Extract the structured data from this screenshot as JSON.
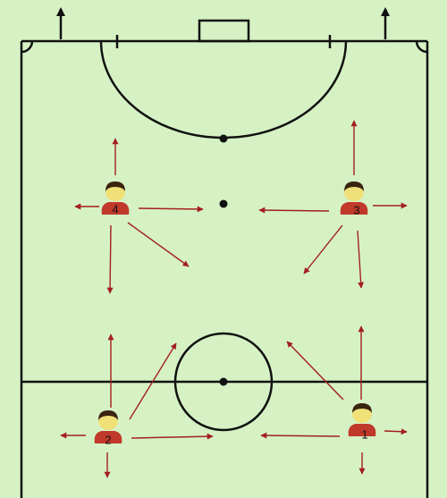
{
  "diagram": {
    "background_color": "#d6f2c4",
    "line_color": "#111111",
    "arrow_color": "#a31f1f",
    "player_shirt_color": "#c0392b",
    "player_hair_color": "#3a2410",
    "player_face_color": "#f0e078"
  },
  "players": [
    {
      "id": "p1",
      "label": "1"
    },
    {
      "id": "p2",
      "label": "2"
    },
    {
      "id": "p3",
      "label": "3"
    },
    {
      "id": "p4",
      "label": "4"
    }
  ],
  "attack_direction_icons": [
    "up-arrow-icon",
    "up-arrow-icon"
  ]
}
